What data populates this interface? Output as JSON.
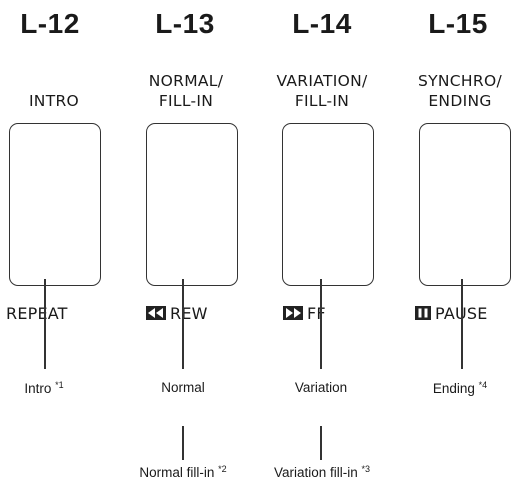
{
  "keys": [
    {
      "number": "L-12",
      "label_lines": [
        "INTRO"
      ],
      "sub_label": "REPEAT"
    },
    {
      "number": "L-13",
      "label_lines": [
        "NORMAL/",
        "FILL-IN"
      ],
      "sub_label": "REW",
      "sub_icon": "rewind-icon"
    },
    {
      "number": "L-14",
      "label_lines": [
        "VARIATION/",
        "FILL-IN"
      ],
      "sub_label": "FF",
      "sub_icon": "fast-forward-icon"
    },
    {
      "number": "L-15",
      "label_lines": [
        "SYNCHRO/",
        "ENDING"
      ],
      "sub_label": "PAUSE",
      "sub_icon": "pause-icon"
    }
  ],
  "callouts": {
    "intro": {
      "text": "Intro ",
      "mark": "*1"
    },
    "normal": {
      "text": "Normal"
    },
    "variation": {
      "text": "Variation"
    },
    "ending": {
      "text": "Ending ",
      "mark": "*4"
    },
    "normal_fill_in": {
      "text": "Normal fill-in ",
      "mark": "*2"
    },
    "variation_fill_in": {
      "text": "Variation fill-in ",
      "mark": "*3"
    }
  }
}
